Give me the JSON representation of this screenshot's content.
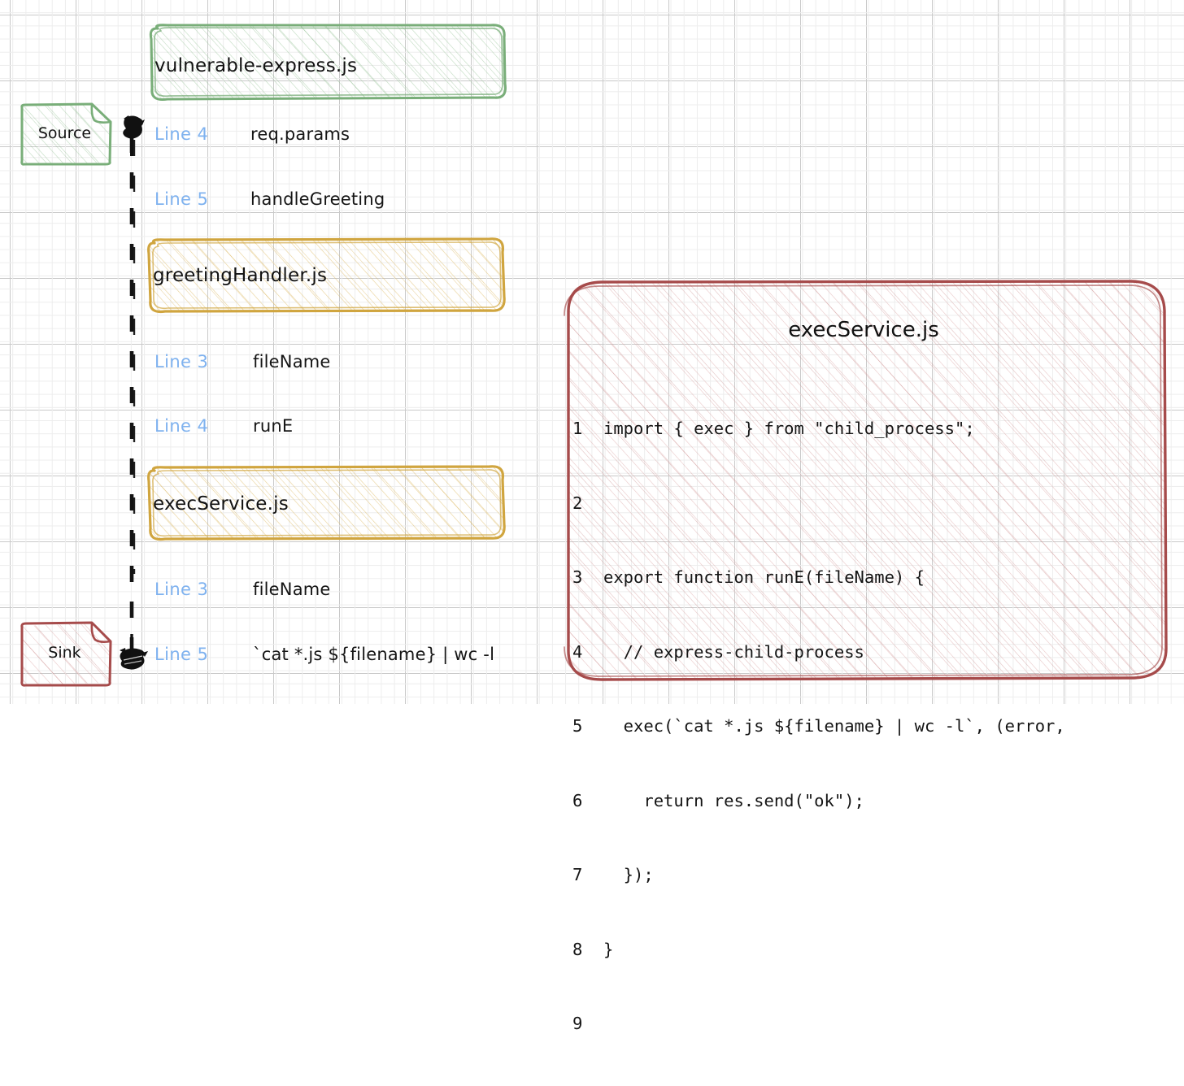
{
  "canvas": {
    "background": "#ffffff",
    "grid_minor_color": "#ededed",
    "grid_major_color": "#c9c9c9"
  },
  "palette": {
    "green": "#79ae79",
    "yellow": "#d0a53f",
    "red": "#a64b4b",
    "blue": "#7fb2ef",
    "ink": "#141414"
  },
  "flow": {
    "source_note": {
      "label": "Source",
      "color": "#79ae79"
    },
    "sink_note": {
      "label": "Sink",
      "color": "#a64b4b"
    },
    "files": [
      {
        "name": "vulnerable-express.js",
        "color": "#79ae79"
      },
      {
        "name": "greetingHandler.js",
        "color": "#d0a53f"
      },
      {
        "name": "execService.js",
        "color": "#d0a53f"
      }
    ],
    "steps": [
      {
        "line": "Line 4",
        "symbol": "req.params"
      },
      {
        "line": "Line 5",
        "symbol": "handleGreeting"
      },
      {
        "line": "Line 3",
        "symbol": "fileName"
      },
      {
        "line": "Line 4",
        "symbol": "runE"
      },
      {
        "line": "Line 3",
        "symbol": "fileName"
      },
      {
        "line": "Line 5",
        "symbol": "`cat *.js ${filename} | wc -l"
      }
    ]
  },
  "code_panel": {
    "title": "execService.js",
    "border_color": "#a64b4b",
    "lines": [
      {
        "n": "1",
        "text": "import { exec } from \"child_process\";"
      },
      {
        "n": "2",
        "text": ""
      },
      {
        "n": "3",
        "text": "export function runE(fileName) {"
      },
      {
        "n": "4",
        "text": "  // express-child-process"
      },
      {
        "n": "5",
        "text": "  exec(`cat *.js ${filename} | wc -l`, (error,"
      },
      {
        "n": "6",
        "text": "    return res.send(\"ok\");"
      },
      {
        "n": "7",
        "text": "  });"
      },
      {
        "n": "8",
        "text": "}"
      },
      {
        "n": "9",
        "text": ""
      }
    ]
  }
}
